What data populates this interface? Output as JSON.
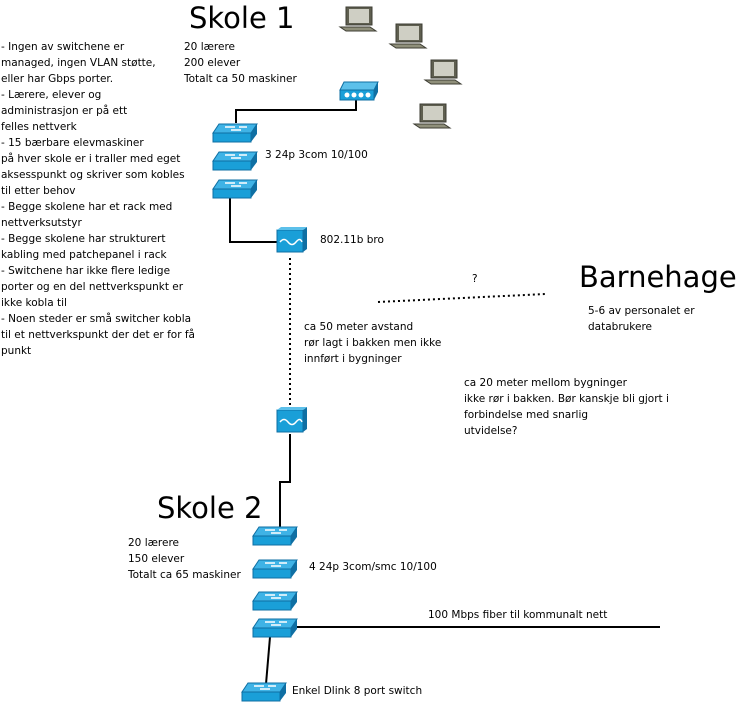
{
  "skole1": {
    "title": "Skole 1",
    "stats": "20 lærere\n200 elever\nTotalt ca 50 maskiner",
    "notes": "- Ingen av switchene er\nmanaged, ingen VLAN støtte,\neller har Gbps porter.\n- Lærere, elever og\nadministrasjon er på ett\nfelles nettverk\n- 15 bærbare elevmaskiner\npå hver skole er i traller med eget\naksesspunkt og skriver som kobles\ntil etter behov\n- Begge skolene har et rack med\nnettverksutstyr\n- Begge skolene har strukturert\nkabling med patchepanel i rack\n- Switchene har ikke flere ledige\nporter og en del nettverkspunkt er\nikke kobla til\n- Noen steder er små switcher kobla\ntil et nettverkspunkt der det er for få\npunkt",
    "switch_label": "3 24p 3com 10/100",
    "bridge_label": "802.11b bro"
  },
  "link": {
    "distance_label": "ca 50 meter avstand\nrør lagt i bakken men ikke\ninnført i bygninger"
  },
  "barnehage": {
    "title": "Barnehage",
    "question": "?",
    "staff": "5-6 av personalet er\ndatabrukere",
    "distance_note": "ca 20 meter mellom bygninger\nikke rør i bakken. Bør kanskje bli gjort i\nforbindelse med snarlig\nutvidelse?"
  },
  "skole2": {
    "title": "Skole 2",
    "stats": "20 lærere\n150 elever\nTotalt ca 65 maskiner",
    "switch_label": "4 24p 3com/smc 10/100",
    "fiber_label": "100 Mbps fiber til kommunalt nett",
    "small_switch_label": "Enkel Dlink 8 port switch"
  },
  "colors": {
    "device_blue": "#1a9fd8",
    "device_dark": "#0f6fa3",
    "laptop_grey": "#8f8f7a"
  }
}
